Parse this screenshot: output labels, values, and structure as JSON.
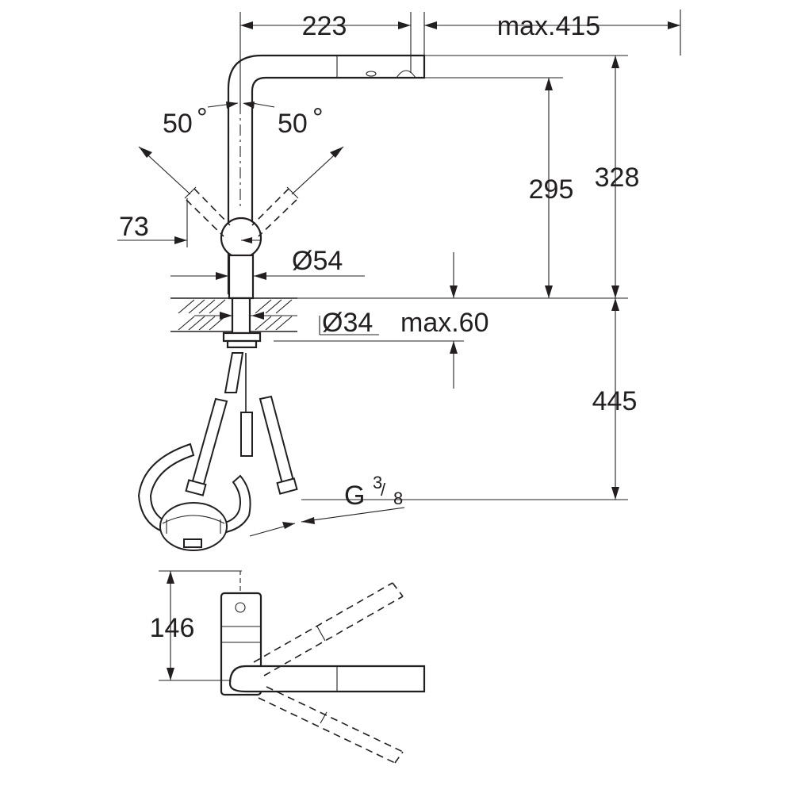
{
  "dimensions": {
    "spout_reach": "223",
    "pullout_max": "max.415",
    "angle_left": "50",
    "angle_right": "50",
    "degree_symbol": "°",
    "lever_offset": "73",
    "body_diameter": "Ø54",
    "hole_diameter": "Ø34",
    "deck_thickness": "max.60",
    "outlet_height": "295",
    "total_height": "328",
    "below_deck_length": "445",
    "connection_thread_letter": "G",
    "connection_thread_num": "3",
    "connection_thread_den": "8",
    "top_view_depth": "146"
  },
  "colors": {
    "line": "#231f20",
    "background": "#ffffff"
  }
}
